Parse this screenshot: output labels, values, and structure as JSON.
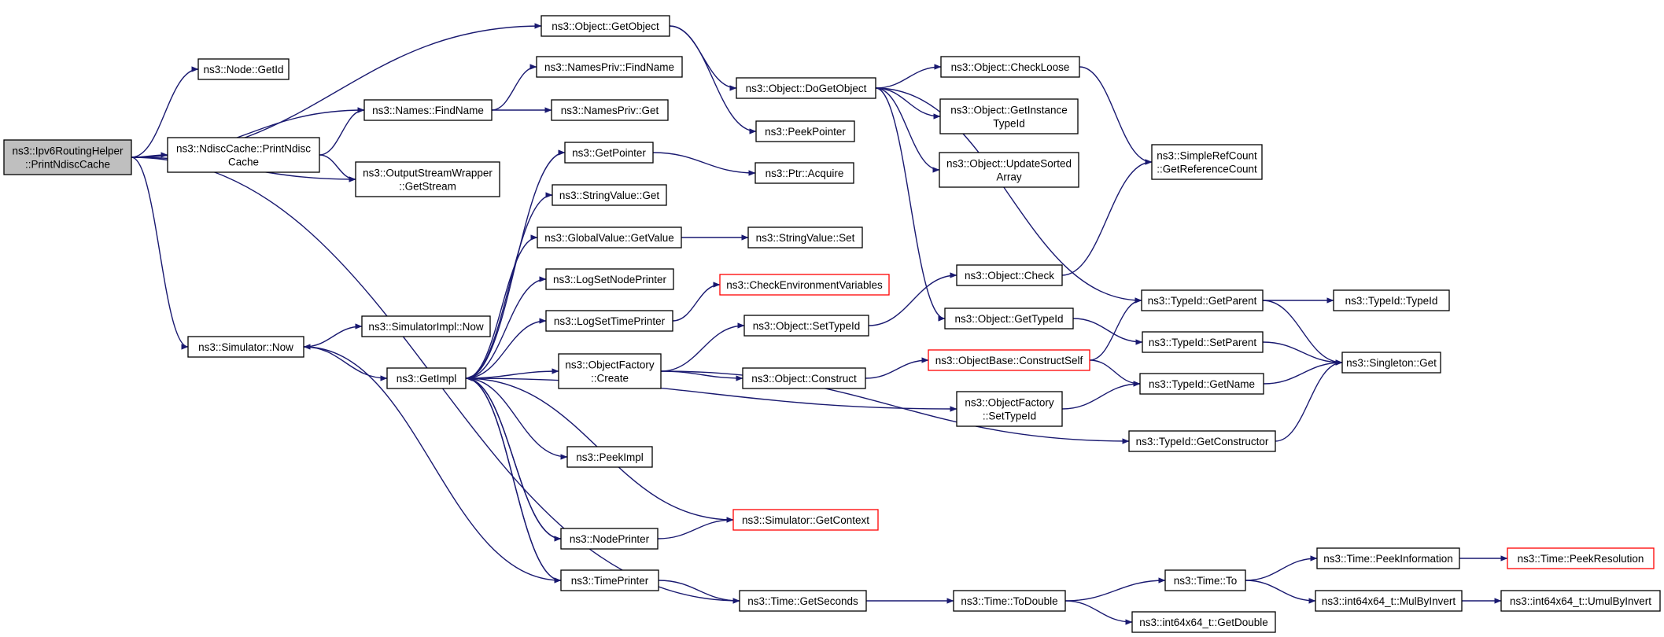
{
  "colors": {
    "edge": "#191970",
    "node_border": "#000000",
    "node_fill": "#ffffff",
    "root_fill": "#bfbfbf",
    "truncated_border": "#ff0000"
  },
  "nodes": [
    {
      "id": "root",
      "lines": [
        "ns3::Ipv6RoutingHelper",
        "::PrintNdiscCache"
      ],
      "style": "root"
    },
    {
      "id": "getobject",
      "lines": [
        "ns3::Object::GetObject"
      ]
    },
    {
      "id": "nodegetid",
      "lines": [
        "ns3::Node::GetId"
      ]
    },
    {
      "id": "namesfindname",
      "lines": [
        "ns3::Names::FindName"
      ]
    },
    {
      "id": "ndisccache",
      "lines": [
        "ns3::NdiscCache::PrintNdisc",
        "Cache"
      ]
    },
    {
      "id": "outstream",
      "lines": [
        "ns3::OutputStreamWrapper",
        "::GetStream"
      ]
    },
    {
      "id": "simnow",
      "lines": [
        "ns3::Simulator::Now"
      ]
    },
    {
      "id": "namesprivfind",
      "lines": [
        "ns3::NamesPriv::FindName"
      ]
    },
    {
      "id": "namesprivget",
      "lines": [
        "ns3::NamesPriv::Get"
      ]
    },
    {
      "id": "dogetobject",
      "lines": [
        "ns3::Object::DoGetObject"
      ]
    },
    {
      "id": "peekpointer",
      "lines": [
        "ns3::PeekPointer"
      ]
    },
    {
      "id": "getpointer",
      "lines": [
        "ns3::GetPointer"
      ]
    },
    {
      "id": "stringvalueget",
      "lines": [
        "ns3::StringValue::Get"
      ]
    },
    {
      "id": "globalvalue",
      "lines": [
        "ns3::GlobalValue::GetValue"
      ]
    },
    {
      "id": "lognode",
      "lines": [
        "ns3::LogSetNodePrinter"
      ]
    },
    {
      "id": "logtime",
      "lines": [
        "ns3::LogSetTimePrinter"
      ]
    },
    {
      "id": "objfactcreate",
      "lines": [
        "ns3::ObjectFactory",
        "::Create"
      ]
    },
    {
      "id": "simimplnow",
      "lines": [
        "ns3::SimulatorImpl::Now"
      ]
    },
    {
      "id": "getimpl",
      "lines": [
        "ns3::GetImpl"
      ]
    },
    {
      "id": "peekimpl",
      "lines": [
        "ns3::PeekImpl"
      ]
    },
    {
      "id": "nodeprinter",
      "lines": [
        "ns3::NodePrinter"
      ]
    },
    {
      "id": "timeprinter",
      "lines": [
        "ns3::TimePrinter"
      ]
    },
    {
      "id": "ptracquire",
      "lines": [
        "ns3::Ptr::Acquire"
      ]
    },
    {
      "id": "stringvalueset",
      "lines": [
        "ns3::StringValue::Set"
      ]
    },
    {
      "id": "checkenv",
      "lines": [
        "ns3::CheckEnvironmentVariables"
      ],
      "style": "truncated"
    },
    {
      "id": "setypeid",
      "lines": [
        "ns3::Object::SetTypeId"
      ]
    },
    {
      "id": "construct",
      "lines": [
        "ns3::Object::Construct"
      ]
    },
    {
      "id": "getcontext",
      "lines": [
        "ns3::Simulator::GetContext"
      ],
      "style": "truncated"
    },
    {
      "id": "timegetseconds",
      "lines": [
        "ns3::Time::GetSeconds"
      ]
    },
    {
      "id": "checkloose",
      "lines": [
        "ns3::Object::CheckLoose"
      ]
    },
    {
      "id": "getinstance",
      "lines": [
        "ns3::Object::GetInstance",
        "TypeId"
      ]
    },
    {
      "id": "updatesorted",
      "lines": [
        "ns3::Object::UpdateSorted",
        "Array"
      ]
    },
    {
      "id": "objcheck",
      "lines": [
        "ns3::Object::Check"
      ]
    },
    {
      "id": "objgettypeid",
      "lines": [
        "ns3::Object::GetTypeId"
      ]
    },
    {
      "id": "constructself",
      "lines": [
        "ns3::ObjectBase::ConstructSelf"
      ],
      "style": "truncated"
    },
    {
      "id": "objfactsettypeid",
      "lines": [
        "ns3::ObjectFactory",
        "::SetTypeId"
      ]
    },
    {
      "id": "timetodouble",
      "lines": [
        "ns3::Time::ToDouble"
      ]
    },
    {
      "id": "simplerefcount",
      "lines": [
        "ns3::SimpleRefCount",
        "::GetReferenceCount"
      ]
    },
    {
      "id": "typeidgetparent",
      "lines": [
        "ns3::TypeId::GetParent"
      ]
    },
    {
      "id": "typeidsetparent",
      "lines": [
        "ns3::TypeId::SetParent"
      ]
    },
    {
      "id": "typeidgetname",
      "lines": [
        "ns3::TypeId::GetName"
      ]
    },
    {
      "id": "typeidgetconstructor",
      "lines": [
        "ns3::TypeId::GetConstructor"
      ]
    },
    {
      "id": "timeto",
      "lines": [
        "ns3::Time::To"
      ]
    },
    {
      "id": "int64getdouble",
      "lines": [
        "ns3::int64x64_t::GetDouble"
      ]
    },
    {
      "id": "typeidtypeid",
      "lines": [
        "ns3::TypeId::TypeId"
      ]
    },
    {
      "id": "singletonget",
      "lines": [
        "ns3::Singleton::Get"
      ]
    },
    {
      "id": "peekinfo",
      "lines": [
        "ns3::Time::PeekInformation"
      ]
    },
    {
      "id": "mulbyinvert",
      "lines": [
        "ns3::int64x64_t::MulByInvert"
      ]
    },
    {
      "id": "peekresolution",
      "lines": [
        "ns3::Time::PeekResolution"
      ],
      "style": "truncated"
    },
    {
      "id": "umulbyinvert",
      "lines": [
        "ns3::int64x64_t::UmulByInvert"
      ]
    }
  ],
  "edges": [
    [
      "root",
      "getobject"
    ],
    [
      "root",
      "nodegetid"
    ],
    [
      "root",
      "namesfindname"
    ],
    [
      "root",
      "ndisccache"
    ],
    [
      "root",
      "outstream"
    ],
    [
      "root",
      "simnow"
    ],
    [
      "root",
      "timegetseconds"
    ],
    [
      "ndisccache",
      "namesfindname"
    ],
    [
      "ndisccache",
      "outstream"
    ],
    [
      "namesfindname",
      "namesprivfind"
    ],
    [
      "namesfindname",
      "namesprivget"
    ],
    [
      "getobject",
      "dogetobject"
    ],
    [
      "getobject",
      "peekpointer"
    ],
    [
      "dogetobject",
      "checkloose"
    ],
    [
      "dogetobject",
      "getinstance"
    ],
    [
      "dogetobject",
      "updatesorted"
    ],
    [
      "dogetobject",
      "objgettypeid"
    ],
    [
      "dogetobject",
      "typeidgetparent"
    ],
    [
      "checkloose",
      "simplerefcount"
    ],
    [
      "objcheck",
      "simplerefcount"
    ],
    [
      "simnow",
      "simimplnow"
    ],
    [
      "simnow",
      "getimpl"
    ],
    [
      "getimpl",
      "getpointer"
    ],
    [
      "getimpl",
      "stringvalueget"
    ],
    [
      "getimpl",
      "globalvalue"
    ],
    [
      "getimpl",
      "lognode"
    ],
    [
      "getimpl",
      "logtime"
    ],
    [
      "getimpl",
      "objfactcreate"
    ],
    [
      "getimpl",
      "objfactsettypeid"
    ],
    [
      "getimpl",
      "peekimpl"
    ],
    [
      "getimpl",
      "getcontext"
    ],
    [
      "getimpl",
      "nodeprinter"
    ],
    [
      "getimpl",
      "timeprinter"
    ],
    [
      "getpointer",
      "ptracquire"
    ],
    [
      "globalvalue",
      "stringvalueset"
    ],
    [
      "logtime",
      "checkenv"
    ],
    [
      "objfactcreate",
      "setypeid"
    ],
    [
      "objfactcreate",
      "construct"
    ],
    [
      "objfactcreate",
      "typeidgetconstructor"
    ],
    [
      "setypeid",
      "objcheck"
    ],
    [
      "construct",
      "constructself"
    ],
    [
      "constructself",
      "typeidgetparent"
    ],
    [
      "constructself",
      "typeidgetname"
    ],
    [
      "objgettypeid",
      "typeidsetparent"
    ],
    [
      "objfactsettypeid",
      "typeidgetname"
    ],
    [
      "typeidgetparent",
      "typeidtypeid"
    ],
    [
      "typeidgetparent",
      "singletonget"
    ],
    [
      "typeidsetparent",
      "singletonget"
    ],
    [
      "typeidgetname",
      "singletonget"
    ],
    [
      "typeidgetconstructor",
      "singletonget"
    ],
    [
      "nodeprinter",
      "getimpl"
    ],
    [
      "nodeprinter",
      "getcontext"
    ],
    [
      "timeprinter",
      "getimpl"
    ],
    [
      "timeprinter",
      "simnow"
    ],
    [
      "timeprinter",
      "timegetseconds"
    ],
    [
      "timegetseconds",
      "timetodouble"
    ],
    [
      "timetodouble",
      "timeto"
    ],
    [
      "timetodouble",
      "int64getdouble"
    ],
    [
      "timeto",
      "peekinfo"
    ],
    [
      "timeto",
      "mulbyinvert"
    ],
    [
      "peekinfo",
      "peekresolution"
    ],
    [
      "mulbyinvert",
      "umulbyinvert"
    ]
  ]
}
